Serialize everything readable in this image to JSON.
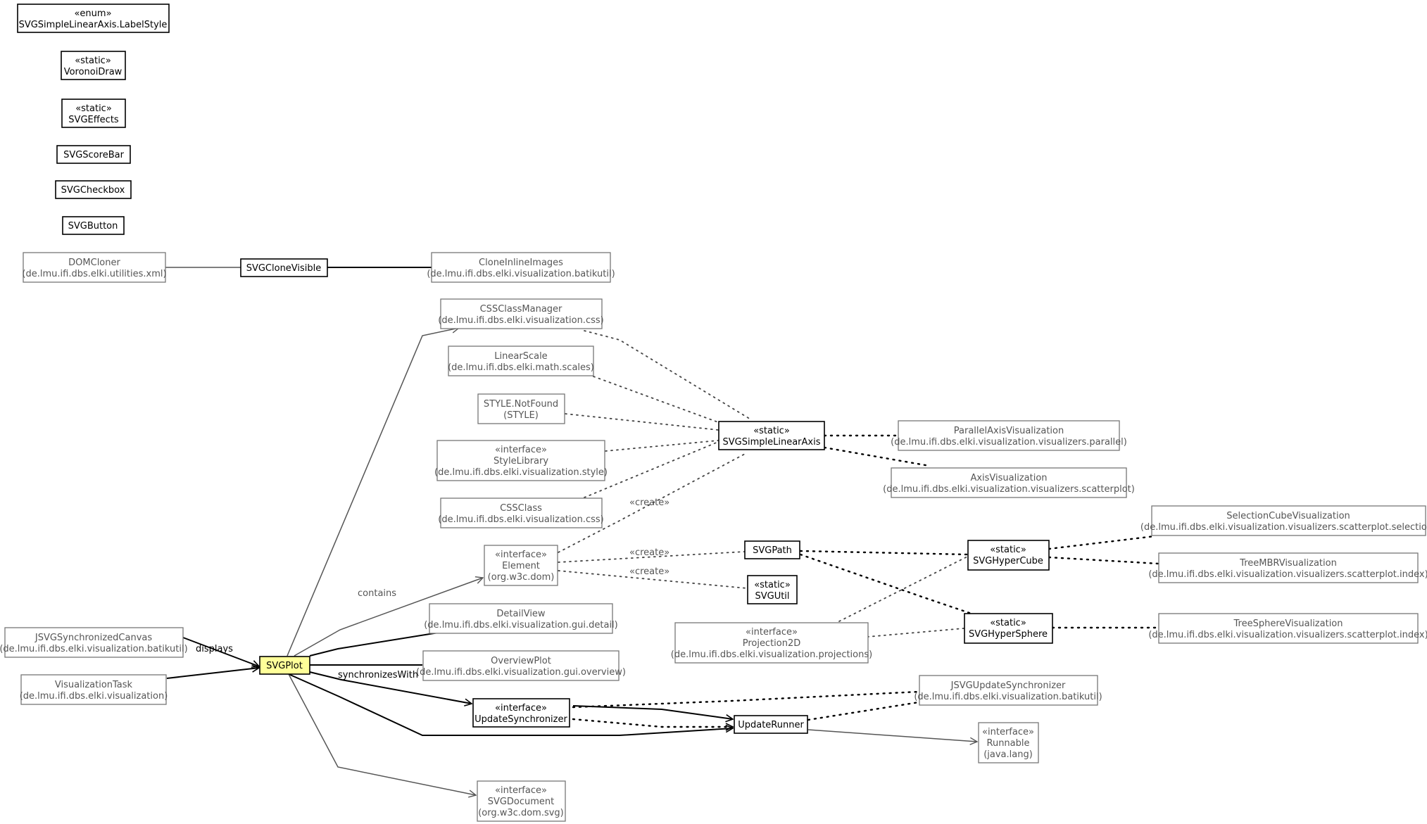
{
  "nodes": {
    "labelstyle": [
      "«enum»",
      "SVGSimpleLinearAxis.LabelStyle"
    ],
    "voronoi": [
      "«static»",
      "VoronoiDraw"
    ],
    "effects": [
      "«static»",
      "SVGEffects"
    ],
    "scorebar": [
      "SVGScoreBar"
    ],
    "checkbox": [
      "SVGCheckbox"
    ],
    "button": [
      "SVGButton"
    ],
    "domcloner": [
      "DOMCloner",
      "(de.lmu.ifi.dbs.elki.utilities.xml)"
    ],
    "clonevisible": [
      "SVGCloneVisible"
    ],
    "cloneinline": [
      "CloneInlineImages",
      "(de.lmu.ifi.dbs.elki.visualization.batikutil)"
    ],
    "cssmanager": [
      "CSSClassManager",
      "(de.lmu.ifi.dbs.elki.visualization.css)"
    ],
    "linearscale": [
      "LinearScale",
      "(de.lmu.ifi.dbs.elki.math.scales)"
    ],
    "notfound": [
      "STYLE.NotFound",
      "(STYLE)"
    ],
    "stylelib": [
      "«interface»",
      "StyleLibrary",
      "(de.lmu.ifi.dbs.elki.visualization.style)"
    ],
    "cssclass": [
      "CSSClass",
      "(de.lmu.ifi.dbs.elki.visualization.css)"
    ],
    "element": [
      "«interface»",
      "Element",
      "(org.w3c.dom)"
    ],
    "linearaxis": [
      "«static»",
      "SVGSimpleLinearAxis"
    ],
    "parallelaxis": [
      "ParallelAxisVisualization",
      "(de.lmu.ifi.dbs.elki.visualization.visualizers.parallel)"
    ],
    "axisvis": [
      "AxisVisualization",
      "(de.lmu.ifi.dbs.elki.visualization.visualizers.scatterplot)"
    ],
    "svgpath": [
      "SVGPath"
    ],
    "svgutil": [
      "«static»",
      "SVGUtil"
    ],
    "hypercube": [
      "«static»",
      "SVGHyperCube"
    ],
    "selectioncube": [
      "SelectionCubeVisualization",
      "(de.lmu.ifi.dbs.elki.visualization.visualizers.scatterplot.selection)"
    ],
    "treembr": [
      "TreeMBRVisualization",
      "(de.lmu.ifi.dbs.elki.visualization.visualizers.scatterplot.index)"
    ],
    "hypersphere": [
      "«static»",
      "SVGHyperSphere"
    ],
    "treesphere": [
      "TreeSphereVisualization",
      "(de.lmu.ifi.dbs.elki.visualization.visualizers.scatterplot.index)"
    ],
    "projection": [
      "«interface»",
      "Projection2D",
      "(de.lmu.ifi.dbs.elki.visualization.projections)"
    ],
    "detailview": [
      "DetailView",
      "(de.lmu.ifi.dbs.elki.visualization.gui.detail)"
    ],
    "overviewplot": [
      "OverviewPlot",
      "(de.lmu.ifi.dbs.elki.visualization.gui.overview)"
    ],
    "jsvgcanvas": [
      "JSVGSynchronizedCanvas",
      "(de.lmu.ifi.dbs.elki.visualization.batikutil)"
    ],
    "vistask": [
      "VisualizationTask",
      "(de.lmu.ifi.dbs.elki.visualization)"
    ],
    "svgplot": [
      "SVGPlot"
    ],
    "updatesync": [
      "«interface»",
      "UpdateSynchronizer"
    ],
    "updaterunner": [
      "UpdateRunner"
    ],
    "jsvgupdate": [
      "JSVGUpdateSynchronizer",
      "(de.lmu.ifi.dbs.elki.visualization.batikutil)"
    ],
    "runnable": [
      "«interface»",
      "Runnable",
      "(java.lang)"
    ],
    "svgdocument": [
      "«interface»",
      "SVGDocument",
      "(org.w3c.dom.svg)"
    ]
  },
  "edge_labels": {
    "displays": "displays",
    "contains": "contains",
    "synchronizesWith": "synchronizesWith",
    "create1": "«create»",
    "create2": "«create»",
    "create3": "«create»"
  },
  "colors": {
    "focus_fill": "#ffff99",
    "primary_border": "#000000",
    "secondary_border": "#777777",
    "secondary_text": "#555555"
  }
}
